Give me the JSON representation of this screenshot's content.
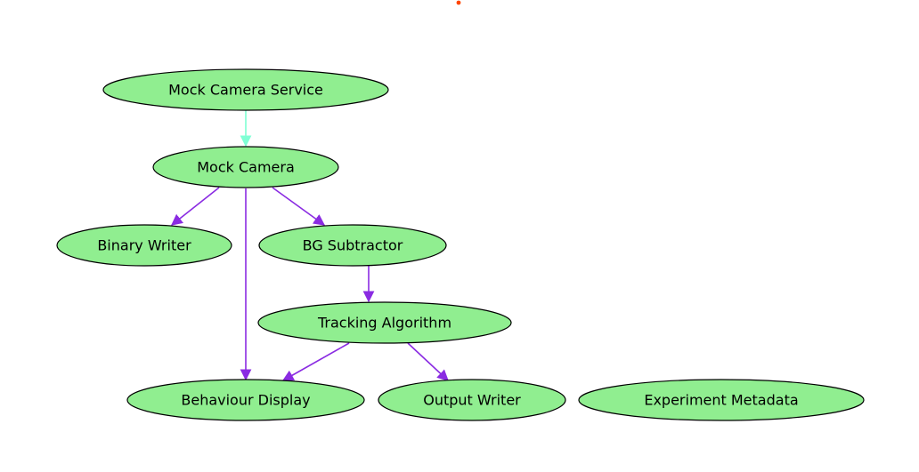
{
  "colors": {
    "node_fill": "#90ee90",
    "node_stroke": "#000000",
    "edge_service": "#7fffd4",
    "edge_data": "#8a2be2",
    "marker": "#ff4500"
  },
  "nodes": [
    {
      "id": "mock-camera-service",
      "label": "Mock Camera Service"
    },
    {
      "id": "mock-camera",
      "label": "Mock Camera"
    },
    {
      "id": "binary-writer",
      "label": "Binary Writer"
    },
    {
      "id": "bg-subtractor",
      "label": "BG Subtractor"
    },
    {
      "id": "tracking-algorithm",
      "label": "Tracking Algorithm"
    },
    {
      "id": "behaviour-display",
      "label": "Behaviour Display"
    },
    {
      "id": "output-writer",
      "label": "Output Writer"
    },
    {
      "id": "experiment-metadata",
      "label": "Experiment Metadata"
    }
  ],
  "edges": [
    {
      "from": "mock-camera-service",
      "to": "mock-camera",
      "kind": "service"
    },
    {
      "from": "mock-camera",
      "to": "binary-writer",
      "kind": "data"
    },
    {
      "from": "mock-camera",
      "to": "bg-subtractor",
      "kind": "data"
    },
    {
      "from": "mock-camera",
      "to": "behaviour-display",
      "kind": "data"
    },
    {
      "from": "bg-subtractor",
      "to": "tracking-algorithm",
      "kind": "data"
    },
    {
      "from": "tracking-algorithm",
      "to": "behaviour-display",
      "kind": "data"
    },
    {
      "from": "tracking-algorithm",
      "to": "output-writer",
      "kind": "data"
    }
  ]
}
